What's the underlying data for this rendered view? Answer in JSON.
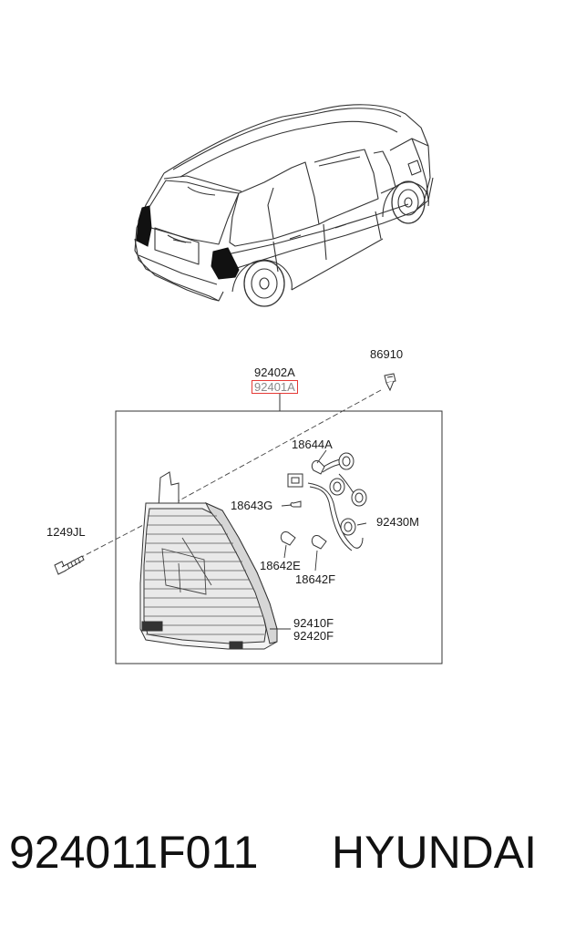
{
  "part_labels": {
    "p92402A": "92402A",
    "p92401A": "92401A",
    "p86910": "86910",
    "p18644A": "18644A",
    "p18643G": "18643G",
    "p92430M": "92430M",
    "p1249JL": "1249JL",
    "p18642E": "18642E",
    "p18642F": "18642F",
    "p92410F": "92410F",
    "p92420F": "92420F"
  },
  "highlight_color": "#e53935",
  "footer": {
    "part_number": "924011F011",
    "brand": "HYUNDAI"
  }
}
